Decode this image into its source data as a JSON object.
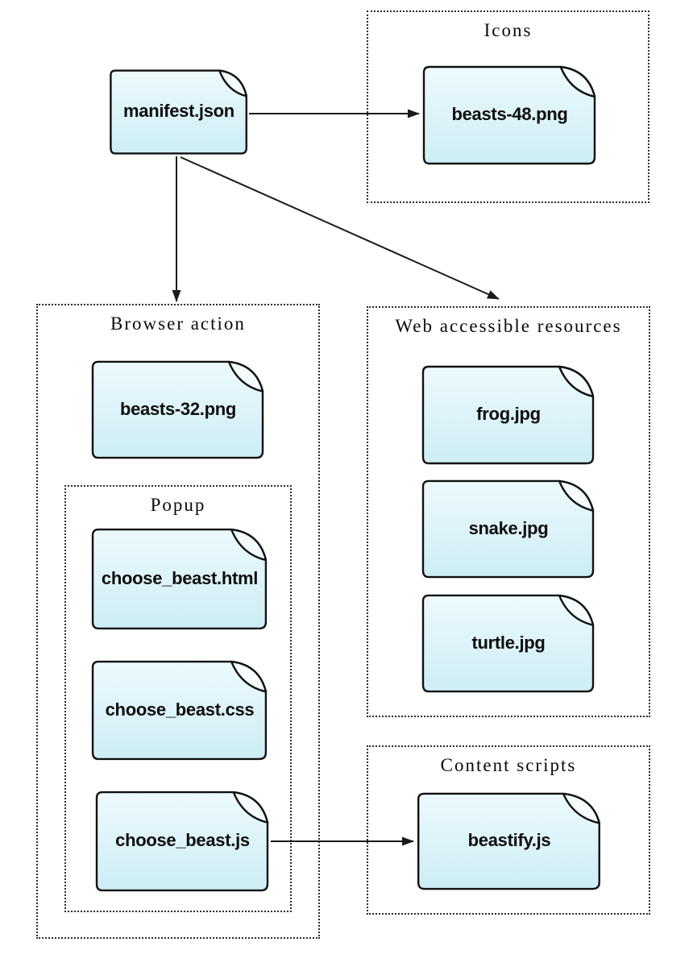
{
  "diagram": {
    "groups": {
      "icons": {
        "title": "Icons"
      },
      "browser_action": {
        "title": "Browser action"
      },
      "popup": {
        "title": "Popup"
      },
      "web_accessible_resources": {
        "title": "Web accessible resources"
      },
      "content_scripts": {
        "title": "Content scripts"
      }
    },
    "nodes": {
      "manifest_json": {
        "label": "manifest.json"
      },
      "beasts_48_png": {
        "label": "beasts-48.png"
      },
      "beasts_32_png": {
        "label": "beasts-32.png"
      },
      "choose_beast_html": {
        "label": "choose_beast.html"
      },
      "choose_beast_css": {
        "label": "choose_beast.css"
      },
      "choose_beast_js": {
        "label": "choose_beast.js"
      },
      "frog_jpg": {
        "label": "frog.jpg"
      },
      "snake_jpg": {
        "label": "snake.jpg"
      },
      "turtle_jpg": {
        "label": "turtle.jpg"
      },
      "beastify_js": {
        "label": "beastify.js"
      }
    },
    "edges": [
      {
        "from": "manifest.json",
        "to": "beasts-48.png"
      },
      {
        "from": "manifest.json",
        "to": "Browser action"
      },
      {
        "from": "manifest.json",
        "to": "Web accessible resources"
      },
      {
        "from": "choose_beast.js",
        "to": "beastify.js"
      }
    ],
    "colors": {
      "background": "#ffffff",
      "file_fill_top": "#edfafd",
      "file_fill_bottom": "#cdedf5",
      "stroke": "#1a1a1a",
      "group_border": "#2b2b2b",
      "text": "#0d0d0d"
    }
  }
}
